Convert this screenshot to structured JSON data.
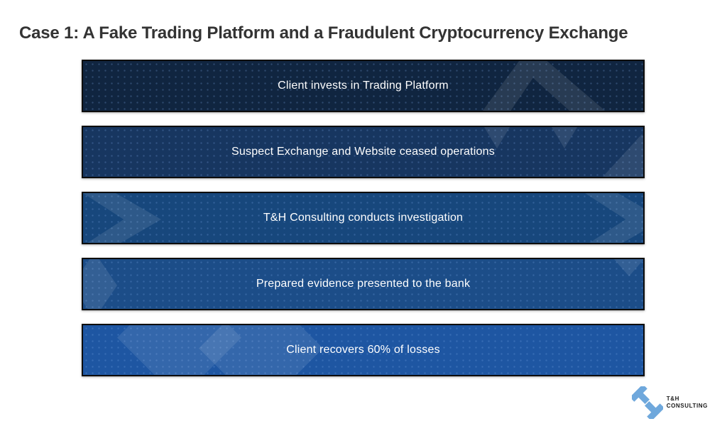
{
  "title": "Case 1: A Fake Trading Platform and a Fraudulent Cryptocurrency Exchange",
  "flow": {
    "steps": [
      {
        "label": "Client invests in Trading Platform",
        "color": "#102540"
      },
      {
        "label": "Suspect Exchange and Website ceased operations",
        "color": "#173660"
      },
      {
        "label": "T&H Consulting conducts investigation",
        "color": "#17477c"
      },
      {
        "label": "Prepared evidence presented to the bank",
        "color": "#1c4d88"
      },
      {
        "label": "Client recovers 60% of losses",
        "color": "#1e56a2"
      }
    ],
    "text_color": "#ffffff"
  },
  "logo": {
    "company": "T&H Consulting",
    "line1": "T&H",
    "line2": "CONSULTING",
    "icon": "rotated-t-marks-icon",
    "icon_color": "#6fa8dc",
    "text_color": "#1a1a1a"
  },
  "page": {
    "background": "#ffffff",
    "title_color": "#333333"
  }
}
